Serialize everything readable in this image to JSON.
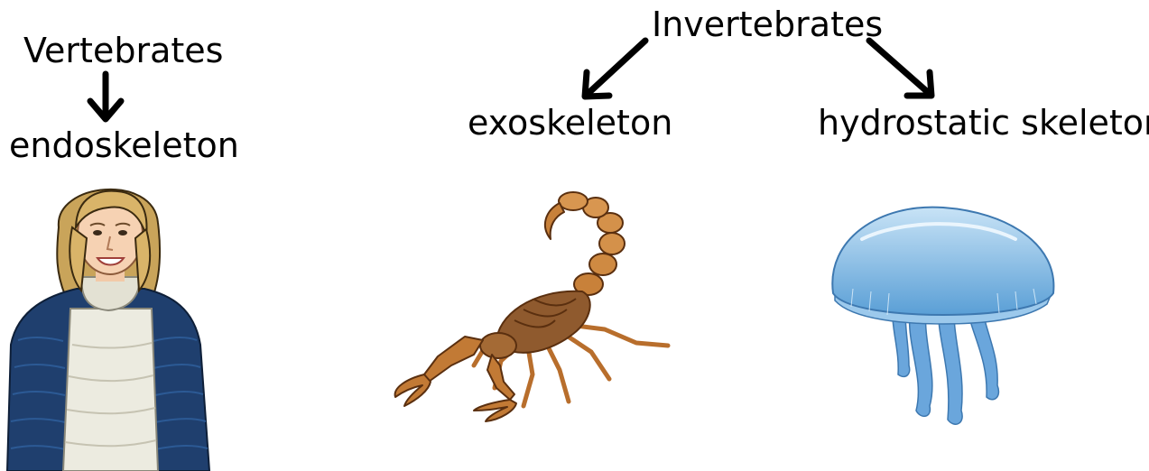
{
  "labels": {
    "vertebrates": "Vertebrates",
    "endoskeleton": "endoskeleton",
    "invertebrates": "Invertebrates",
    "exoskeleton": "exoskeleton",
    "hydrostatic": "hydrostatic skeleton"
  },
  "colors": {
    "arrow": "#000000",
    "scorpion": "#b5651d",
    "jacket": "#1f3f6e",
    "jellyfish": "#7fb6e3"
  },
  "icons": [
    "woman-illustration",
    "scorpion-illustration",
    "jellyfish-illustration"
  ]
}
